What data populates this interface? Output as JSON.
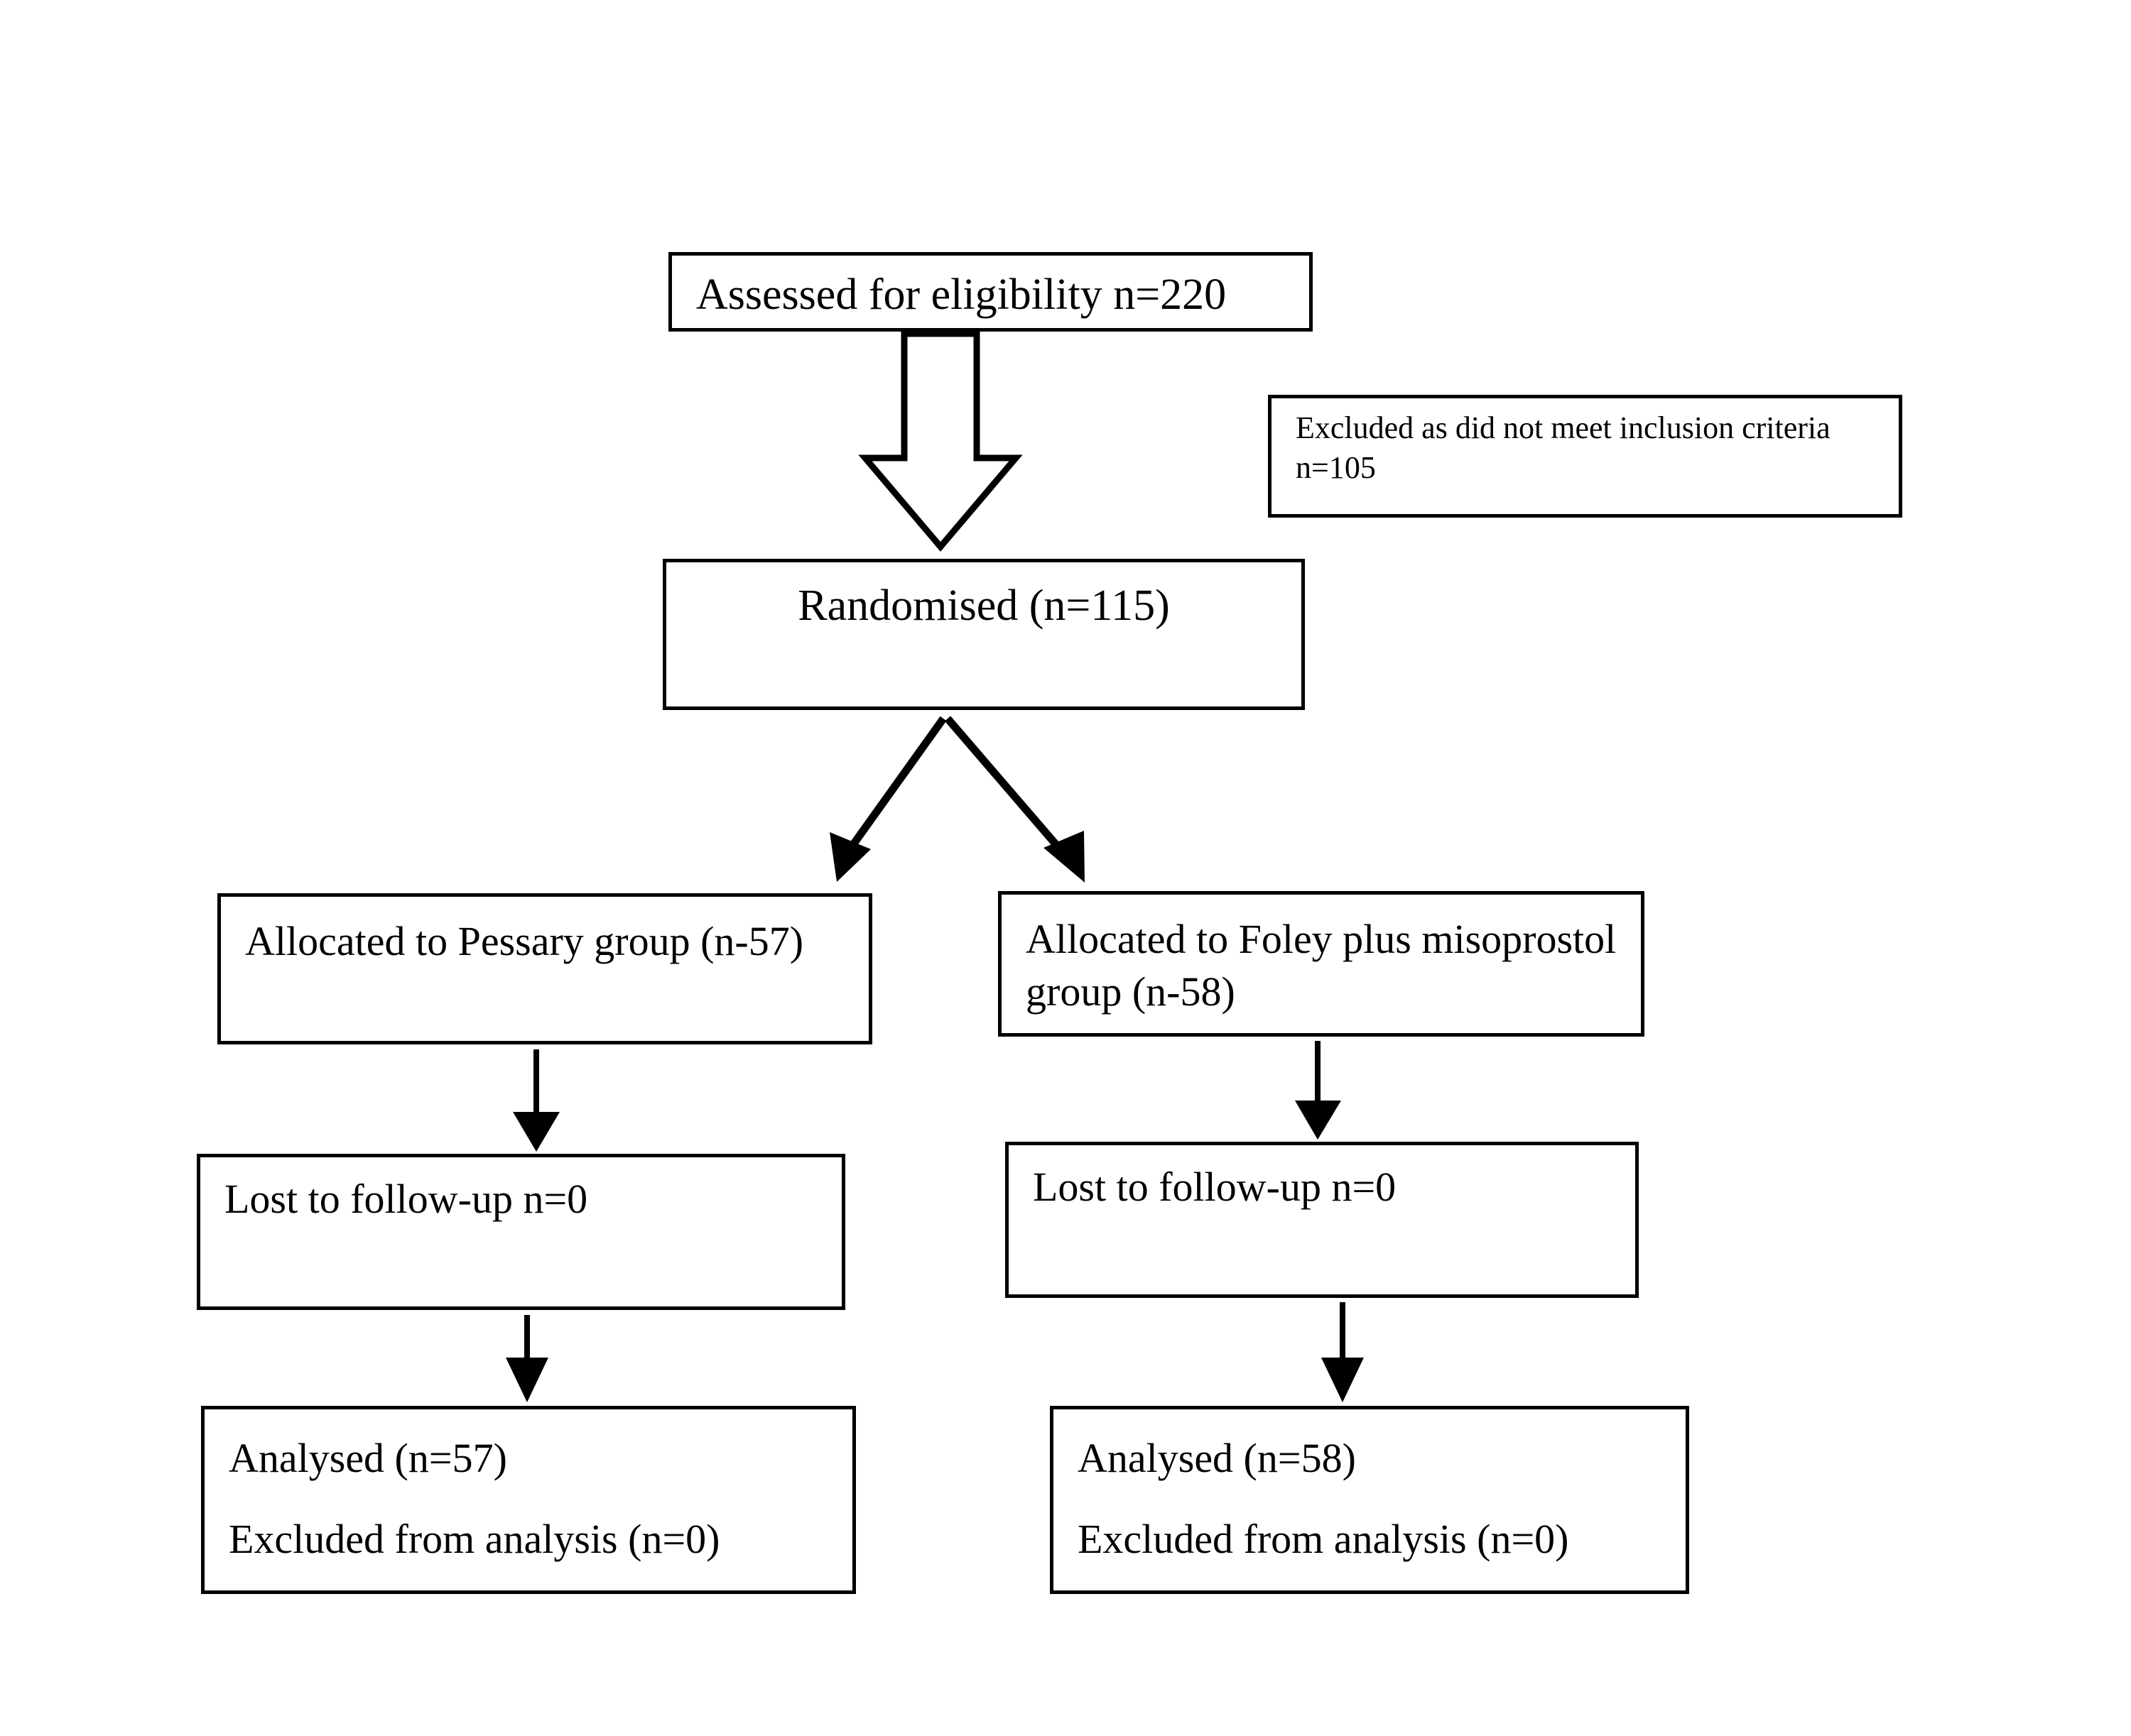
{
  "diagram": {
    "title": "CONSORT participant flow diagram",
    "stroke_color": "#000000",
    "background_color": "#ffffff",
    "nodes": {
      "assessed": {
        "text": "Assessed for eligibility n=220"
      },
      "excluded_screening": {
        "text": "Excluded as did not meet inclusion criteria n=105"
      },
      "randomised": {
        "text": "Randomised (n=115)"
      },
      "allocated_left": {
        "text": "Allocated to Pessary group (n-57)"
      },
      "allocated_right": {
        "text": "Allocated to Foley plus misoprostol group (n-58)"
      },
      "lost_left": {
        "text": "Lost to follow-up n=0"
      },
      "lost_right": {
        "text": "Lost to follow-up n=0"
      },
      "analysed_left_line1": {
        "text": "Analysed (n=57)"
      },
      "analysed_left_line2": {
        "text": "Excluded from analysis (n=0)"
      },
      "analysed_right_line1": {
        "text": "Analysed (n=58)"
      },
      "analysed_right_line2": {
        "text": "Excluded from analysis (n=0)"
      }
    },
    "connectors": {
      "block_arrow_down": "block-arrow-down-icon",
      "split_left": "arrow-down-left-icon",
      "split_right": "arrow-down-right-icon",
      "left_alloc_to_lost": "arrow-down-icon",
      "left_lost_to_analysed": "arrow-down-icon",
      "right_alloc_to_lost": "arrow-down-icon",
      "right_lost_to_analysed": "arrow-down-icon"
    }
  }
}
